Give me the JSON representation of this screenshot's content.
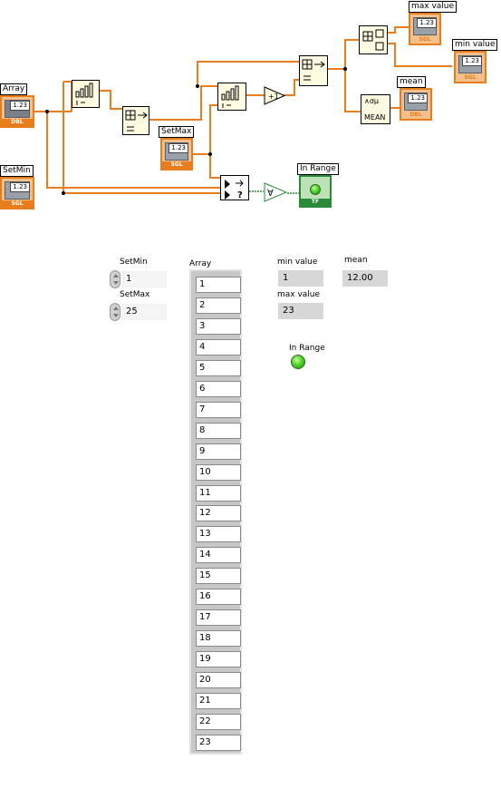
{
  "block_diagram": {
    "array_label": "Array",
    "array_type": "DBL",
    "array_num": "1.23",
    "setmin_label": "SetMin",
    "setmin_type": "SGL",
    "setmin_num": "1.23",
    "setmax_label": "SetMax",
    "setmax_type": "SGL",
    "setmax_num": "1.23",
    "inrange_label": "In Range",
    "inrange_type": "TF",
    "maxvalue_label": "max value",
    "maxvalue_type": "SGL",
    "maxvalue_num": "1.23",
    "minvalue_label": "min value",
    "minvalue_type": "SGL",
    "minvalue_num": "1.23",
    "mean_label": "mean",
    "mean_type": "DBL",
    "mean_num": "1.23",
    "mean_node_text": "MEAN",
    "mean_node_symbol": "∧σμ",
    "increment_text": "+1"
  },
  "front_panel": {
    "setmin": {
      "label": "SetMin",
      "value": "1"
    },
    "setmax": {
      "label": "SetMax",
      "value": "25"
    },
    "array_label": "Array",
    "array_values": [
      "1",
      "2",
      "3",
      "4",
      "5",
      "6",
      "7",
      "8",
      "9",
      "10",
      "11",
      "12",
      "13",
      "14",
      "15",
      "16",
      "17",
      "18",
      "19",
      "20",
      "21",
      "22",
      "23"
    ],
    "min_value": {
      "label": "min value",
      "value": "1"
    },
    "max_value": {
      "label": "max value",
      "value": "23"
    },
    "mean": {
      "label": "mean",
      "value": "12.00"
    },
    "in_range": {
      "label": "In Range",
      "state": true
    }
  },
  "colors": {
    "wire_orange": "#e87d1e",
    "wire_green": "#2a8a3a",
    "node_bg": "#fefbe0",
    "led_on": "#4ed42c"
  }
}
